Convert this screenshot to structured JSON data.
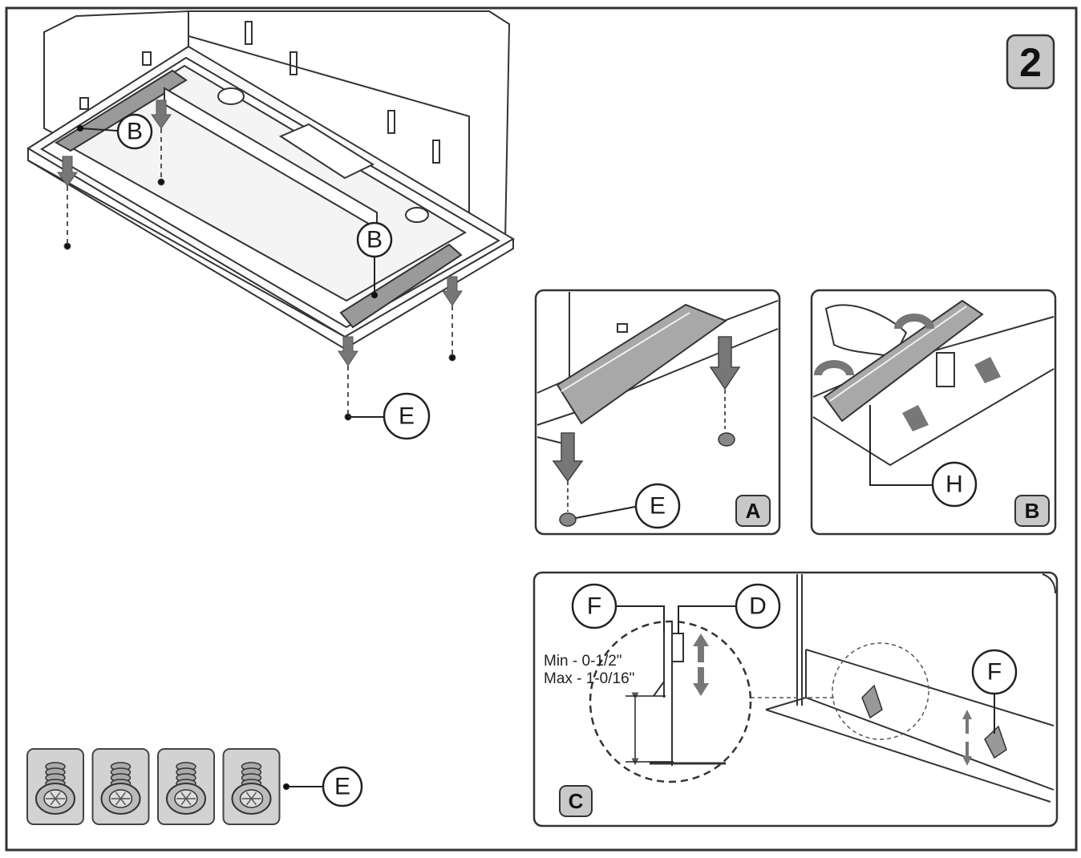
{
  "step": {
    "number": "2"
  },
  "callouts": {
    "main_b_top": "B",
    "main_b_right": "B",
    "main_e": "E",
    "panel_a_e": "E",
    "panel_b_h": "H",
    "panel_c_f_left": "F",
    "panel_c_d": "D",
    "panel_c_f_right": "F",
    "screws_e": "E"
  },
  "panels": {
    "a": {
      "label": "A"
    },
    "b": {
      "label": "B"
    },
    "c": {
      "label": "C"
    }
  },
  "measurement": {
    "min": "Min  - 0-1/2\"",
    "max": "Max - 1-0/16\""
  },
  "screws": {
    "count": 4
  }
}
